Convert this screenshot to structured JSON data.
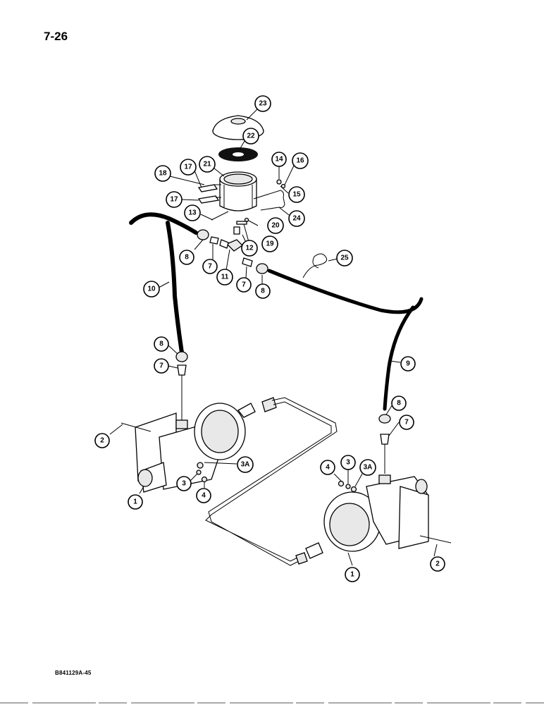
{
  "page": {
    "number": "7-26",
    "document_code": "B841129A-45"
  },
  "callouts": [
    {
      "id": "c23",
      "label": "23"
    },
    {
      "id": "c22",
      "label": "22"
    },
    {
      "id": "c21",
      "label": "21"
    },
    {
      "id": "c17a",
      "label": "17"
    },
    {
      "id": "c18",
      "label": "18"
    },
    {
      "id": "c17b",
      "label": "17"
    },
    {
      "id": "c14",
      "label": "14"
    },
    {
      "id": "c16",
      "label": "16"
    },
    {
      "id": "c15",
      "label": "15"
    },
    {
      "id": "c24",
      "label": "24"
    },
    {
      "id": "c13",
      "label": "13"
    },
    {
      "id": "c20",
      "label": "20"
    },
    {
      "id": "c19",
      "label": "19"
    },
    {
      "id": "c12",
      "label": "12"
    },
    {
      "id": "c8a",
      "label": "8"
    },
    {
      "id": "c7a",
      "label": "7"
    },
    {
      "id": "c11",
      "label": "11"
    },
    {
      "id": "c7b",
      "label": "7"
    },
    {
      "id": "c8b",
      "label": "8"
    },
    {
      "id": "c25",
      "label": "25"
    },
    {
      "id": "c10",
      "label": "10"
    },
    {
      "id": "c8c",
      "label": "8"
    },
    {
      "id": "c7c",
      "label": "7"
    },
    {
      "id": "c9",
      "label": "9"
    },
    {
      "id": "c8d",
      "label": "8"
    },
    {
      "id": "c7d",
      "label": "7"
    },
    {
      "id": "c2a",
      "label": "2"
    },
    {
      "id": "c3Aa",
      "label": "3A"
    },
    {
      "id": "c3a",
      "label": "3"
    },
    {
      "id": "c4a",
      "label": "4"
    },
    {
      "id": "c1a",
      "label": "1"
    },
    {
      "id": "c4b",
      "label": "4"
    },
    {
      "id": "c3b",
      "label": "3"
    },
    {
      "id": "c3Ab",
      "label": "3A"
    },
    {
      "id": "c2b",
      "label": "2"
    },
    {
      "id": "c1b",
      "label": "1"
    }
  ]
}
